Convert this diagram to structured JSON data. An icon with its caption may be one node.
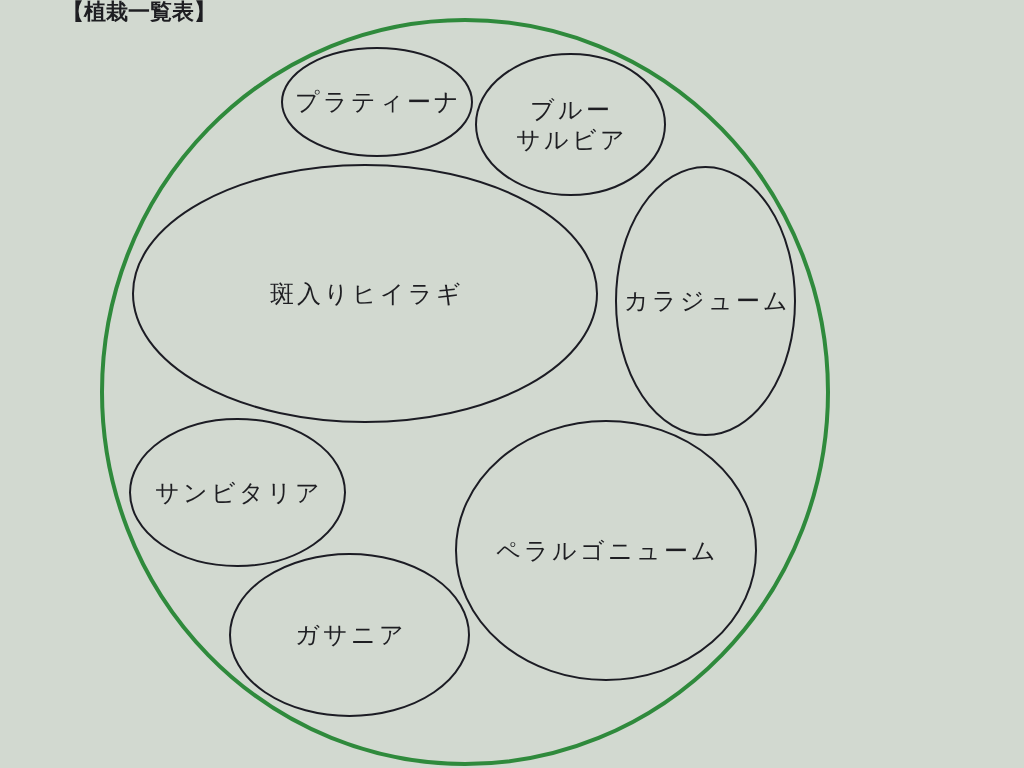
{
  "diagram": {
    "title": "【植栽一覧表】",
    "nodes": [
      {
        "text": [],
        "shape": "circle"
      },
      {
        "text": [
          "プラティーナ"
        ],
        "in": 0
      },
      {
        "text": [
          "ブルーサルビア"
        ],
        "in": 0
      },
      {
        "text": [
          "斑入りヒイラギ"
        ],
        "in": 0
      },
      {
        "text": [
          "カラジューム"
        ],
        "in": 0
      },
      {
        "text": [
          "サンビタリア"
        ],
        "in": 0
      },
      {
        "text": [
          "ペラルゴニューム"
        ],
        "in": 0
      },
      {
        "text": [
          "ガサニア"
        ],
        "in": 0
      }
    ]
  }
}
